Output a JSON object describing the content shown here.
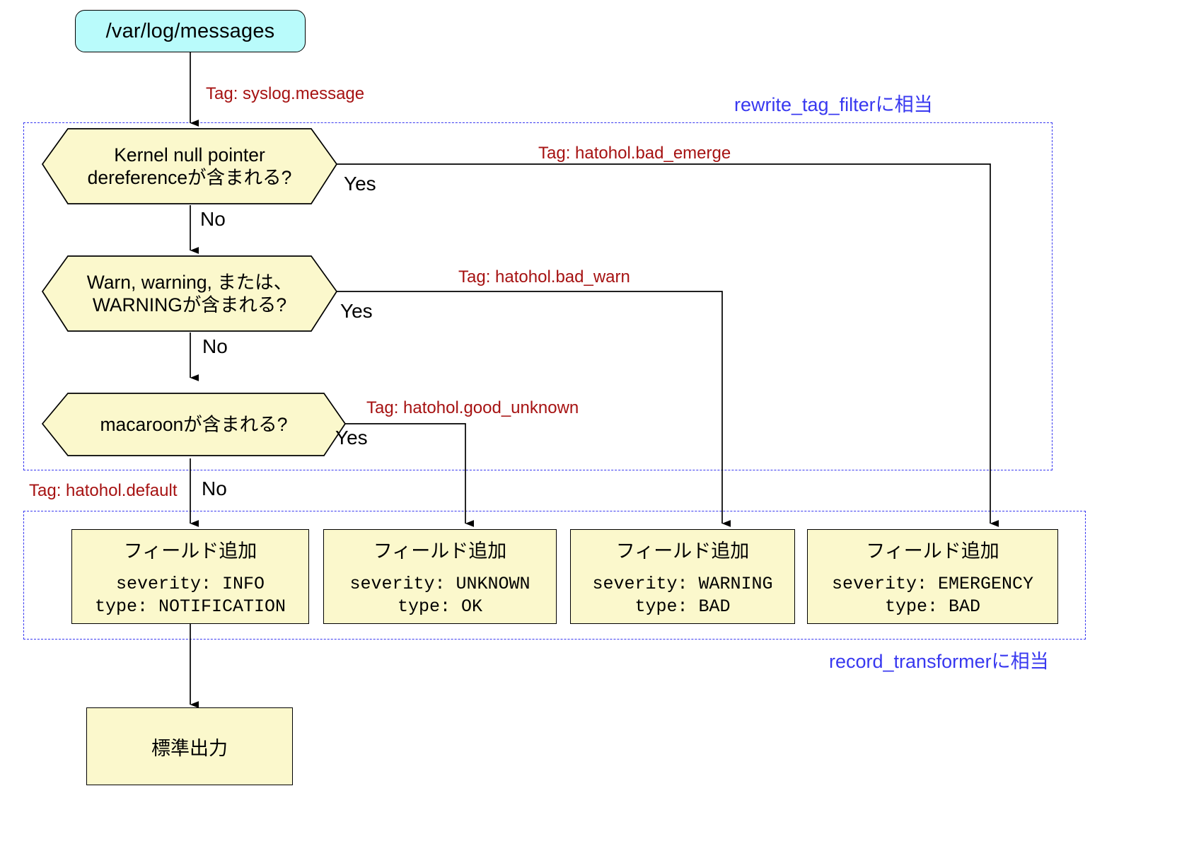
{
  "diagram": {
    "type": "flowchart",
    "title": "fluentd syslog tag rewrite / record transform flow",
    "colors": {
      "source_fill": "#b9fbfb",
      "node_fill": "#fbf8cc",
      "tag_text": "#a61212",
      "group_text": "#3838f0",
      "edge": "#000000"
    }
  },
  "source": {
    "label": "/var/log/messages"
  },
  "groups": {
    "rewrite_tag_filter": {
      "label": "rewrite_tag_filterに相当"
    },
    "record_transformer": {
      "label": "record_transformerに相当"
    }
  },
  "decisions": [
    {
      "id": "d1",
      "line1": "Kernel null pointer",
      "line2": "dereferenceが含まれる?",
      "yes": "Yes",
      "no": "No"
    },
    {
      "id": "d2",
      "line1": "Warn, warning, または、",
      "line2": "WARNINGが含まれる?",
      "yes": "Yes",
      "no": "No"
    },
    {
      "id": "d3",
      "line1": "macaroonが含まれる?",
      "line2": "",
      "yes": "Yes",
      "no": "No"
    }
  ],
  "tags": {
    "input": "Tag: syslog.message",
    "bad_emerge": "Tag: hatohol.bad_emerge",
    "bad_warn": "Tag: hatohol.bad_warn",
    "good_unknown": "Tag: hatohol.good_unknown",
    "default": "Tag: hatohol.default"
  },
  "transformers": [
    {
      "id": "t_default",
      "title": "フィールド追加",
      "severity": "severity: INFO",
      "type": "type: NOTIFICATION"
    },
    {
      "id": "t_unknown",
      "title": "フィールド追加",
      "severity": "severity: UNKNOWN",
      "type": "type: OK"
    },
    {
      "id": "t_warning",
      "title": "フィールド追加",
      "severity": "severity: WARNING",
      "type": "type: BAD"
    },
    {
      "id": "t_emergency",
      "title": "フィールド追加",
      "severity": "severity: EMERGENCY",
      "type": "type: BAD"
    }
  ],
  "output": {
    "label": "標準出力"
  }
}
